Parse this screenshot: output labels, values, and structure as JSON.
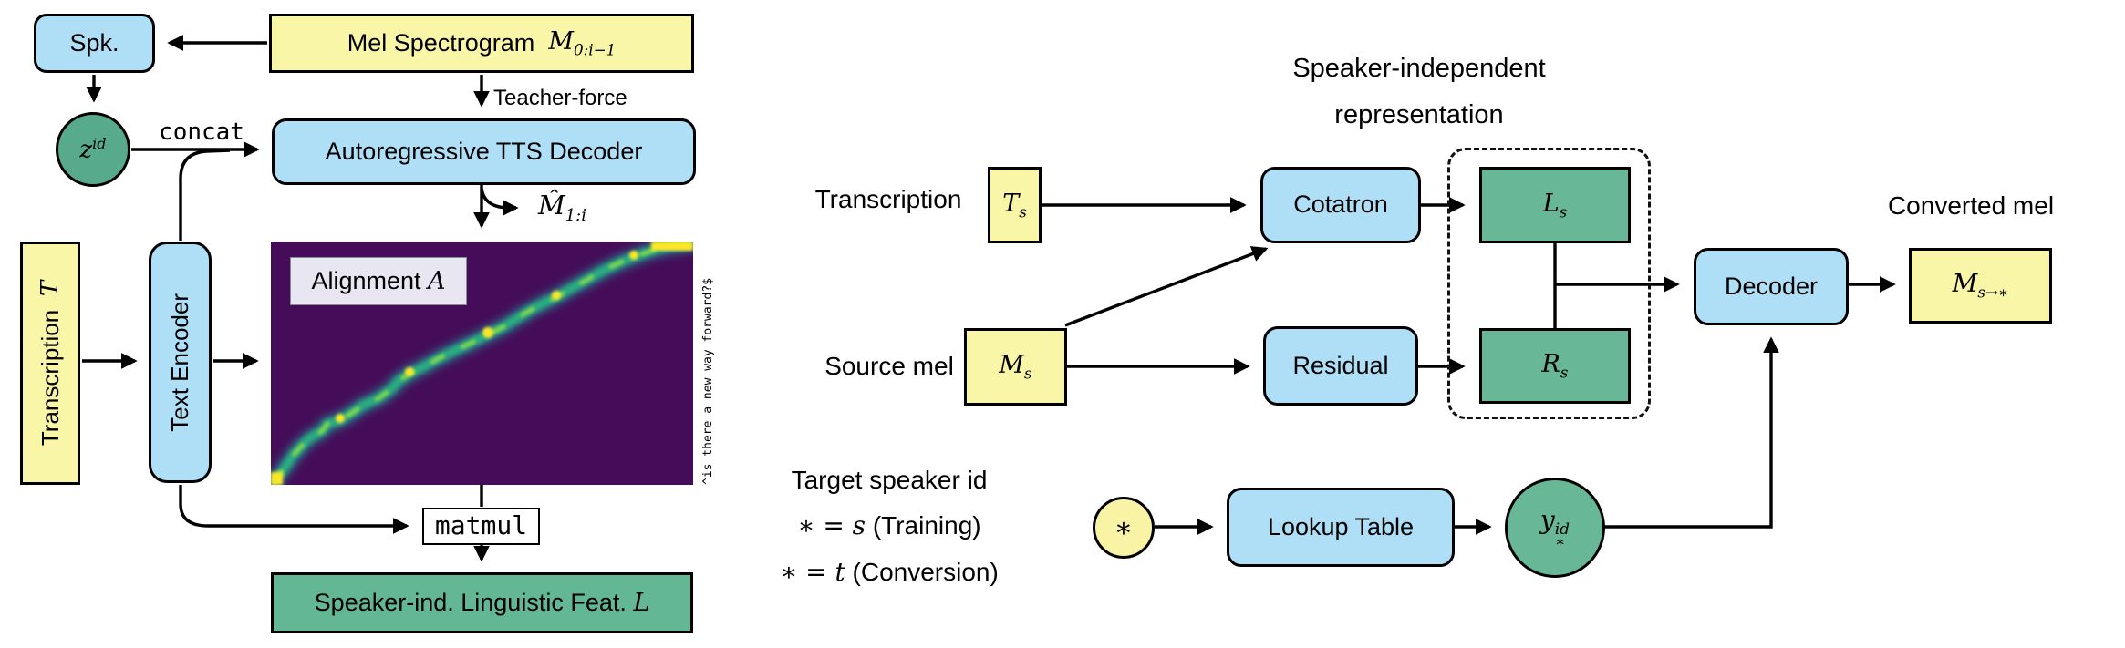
{
  "colors": {
    "yellow": "#f9f6a7",
    "blue": "#aedff6",
    "green": "#68b897",
    "green-dark": "#57aa8b",
    "align-bg": "#450d59",
    "label-bg": "#e8e6f0"
  },
  "left_diagram": {
    "spk_label": "Spk.",
    "mel_label": "Mel Spectrogram",
    "mel_math_base": "M",
    "mel_math_sub": "0:i−1",
    "teacher_force_label": "Teacher-force",
    "z_base": "z",
    "z_sup": "id",
    "concat_label": "concat",
    "tts_label": "Autoregressive TTS Decoder",
    "mhat_base": "M̂",
    "mhat_sub": "1:i",
    "alignment_label": "Alignment",
    "alignment_math": "A",
    "alignment_side_text": "^is there a new way forward?$",
    "transcription_label": "Transcription",
    "transcription_math": "T",
    "text_encoder_label": "Text Encoder",
    "matmul_label": "matmul",
    "speaker_ind_label": "Speaker-ind. Linguistic Feat.",
    "speaker_ind_math": "L"
  },
  "right_diagram": {
    "title_line1": "Speaker-independent",
    "title_line2": "representation",
    "transcription_label": "Transcription",
    "ts_base": "T",
    "ts_sub": "s",
    "cotatron_label": "Cotatron",
    "ls_base": "L",
    "ls_sub": "s",
    "converted_mel_label": "Converted mel",
    "msto_base": "M",
    "msto_sub": "s→∗",
    "decoder_label": "Decoder",
    "source_mel_label": "Source mel",
    "ms_base": "M",
    "ms_sub": "s",
    "residual_label": "Residual",
    "rs_base": "R",
    "rs_sub": "s",
    "target_line1": "Target speaker id",
    "target_line2_math": "∗ = s",
    "target_line2_rest": "(Training)",
    "target_line3_math": "∗ = t",
    "target_line3_rest": "(Conversion)",
    "star_label": "∗",
    "lookup_label": "Lookup Table",
    "y_base": "y",
    "y_sup": "id",
    "y_sub": "∗"
  }
}
